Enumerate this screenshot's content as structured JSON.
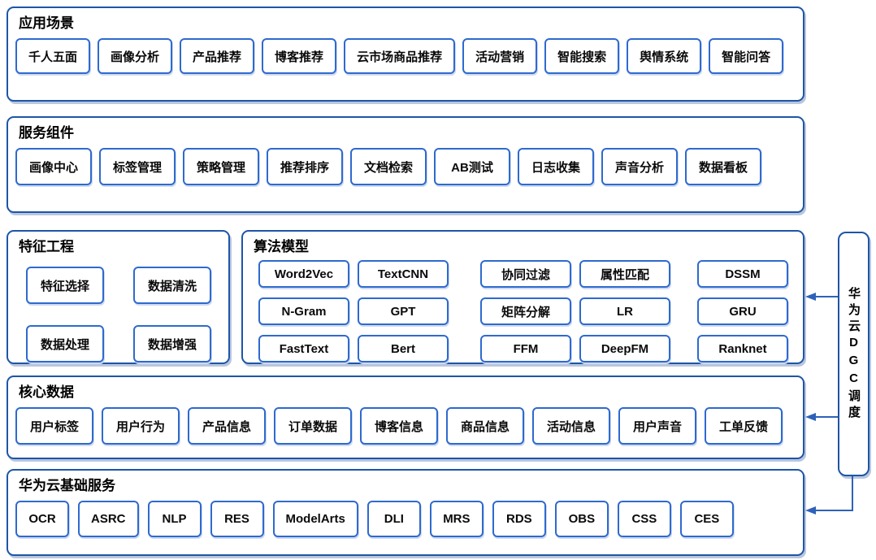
{
  "colors": {
    "section_border": "#1e55a6",
    "chip_border": "#2e6ace",
    "arrow": "#2e62b8",
    "text": "#111111"
  },
  "sections": {
    "app_scenarios": {
      "title": "应用场景",
      "items": [
        "千人五面",
        "画像分析",
        "产品推荐",
        "博客推荐",
        "云市场商品推荐",
        "活动营销",
        "智能搜索",
        "舆情系统",
        "智能问答"
      ]
    },
    "service_components": {
      "title": "服务组件",
      "items": [
        "画像中心",
        "标签管理",
        "策略管理",
        "推荐排序",
        "文档检索",
        "AB测试",
        "日志收集",
        "声音分析",
        "数据看板"
      ]
    },
    "feature_engineering": {
      "title": "特征工程",
      "items": [
        "特征选择",
        "数据清洗",
        "数据处理",
        "数据增强"
      ]
    },
    "algorithm_models": {
      "title": "算法模型",
      "rows": [
        [
          "Word2Vec",
          "TextCNN",
          "协同过滤",
          "属性匹配",
          "DSSM"
        ],
        [
          "N-Gram",
          "GPT",
          "矩阵分解",
          "LR",
          "GRU"
        ],
        [
          "FastText",
          "Bert",
          "FFM",
          "DeepFM",
          "Ranknet"
        ]
      ]
    },
    "core_data": {
      "title": "核心数据",
      "items": [
        "用户标签",
        "用户行为",
        "产品信息",
        "订单数据",
        "博客信息",
        "商品信息",
        "活动信息",
        "用户声音",
        "工单反馈"
      ]
    },
    "cloud_base_services": {
      "title": "华为云基础服务",
      "items": [
        "OCR",
        "ASRC",
        "NLP",
        "RES",
        "ModelArts",
        "DLI",
        "MRS",
        "RDS",
        "OBS",
        "CSS",
        "CES"
      ]
    }
  },
  "scheduler_bar": {
    "label": "华为云DGC调度"
  }
}
